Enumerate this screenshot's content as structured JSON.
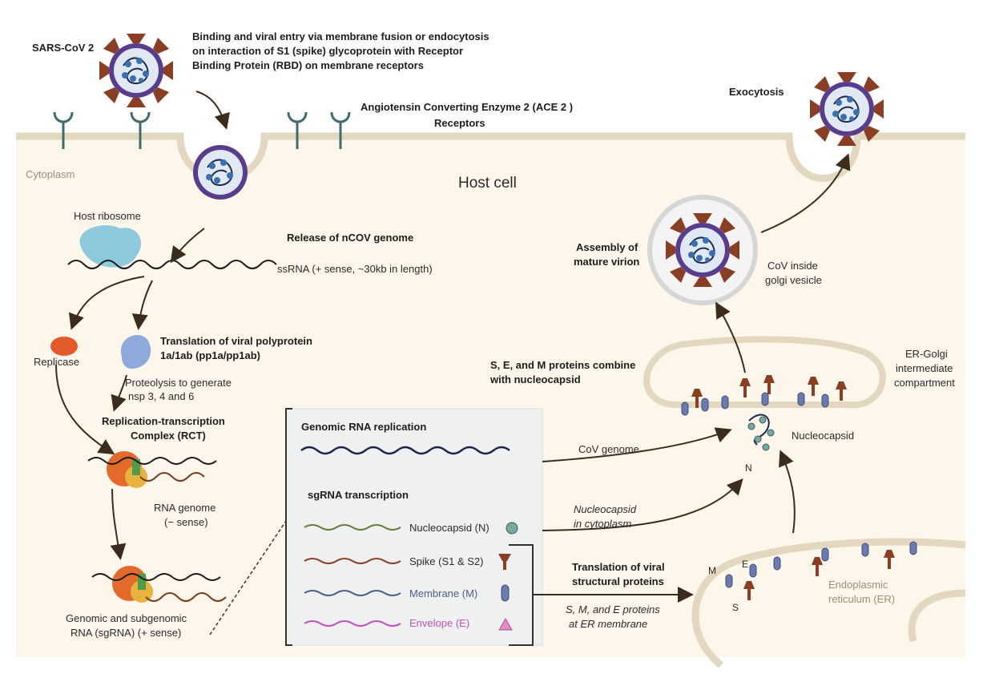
{
  "title": "Host cell",
  "virus_label": "SARS-CoV 2",
  "entry_text": [
    "Binding and viral entry via membrane fusion or endocytosis",
    "on interaction of S1 (spike) glycoprotein with Receptor",
    "Binding Protein (RBD) on membrane receptors"
  ],
  "receptor_label": [
    "Angiotensin Converting Enzyme 2 (ACE 2 )",
    "Receptors"
  ],
  "exocytosis": "Exocytosis",
  "cytoplasm": "Cytoplasm",
  "host_ribosome": "Host ribosome",
  "release": "Release of nCOV genome",
  "ssrna": "ssRNA (+ sense, ~30kb in length)",
  "replicase": "Replicase",
  "translation_polyprotein": [
    "Translation of viral polyprotein",
    "1a/1ab (pp1a/pp1ab)"
  ],
  "proteolysis": [
    "Proteolysis to generate",
    "nsp 3, 4 and 6"
  ],
  "rtc": [
    "Replication-transcription",
    "Complex (RCT)"
  ],
  "rna_genome": [
    "RNA genome",
    "(− sense)"
  ],
  "genomic_sg": [
    "Genomic and subgenomic",
    "RNA (sgRNA) (+ sense)"
  ],
  "panel": {
    "genomic_replication": "Genomic RNA replication",
    "sgrna": "sgRNA transcription",
    "items": [
      {
        "label": "Nucleocapsid (N)",
        "color": "#6a7a3a",
        "icon": "nucleocapsid-icon"
      },
      {
        "label": "Spike (S1 & S2)",
        "color": "#8a3e24",
        "icon": "spike-icon"
      },
      {
        "label": "Membrane (M)",
        "color": "#4b5f86",
        "icon": "membrane-icon"
      },
      {
        "label": "Envelope (E)",
        "color": "#c04fc0",
        "icon": "envelope-icon"
      }
    ]
  },
  "cov_genome": "CoV genome",
  "nucleocapsid_cytoplasm": [
    "Nucleocapsid",
    "in cytoplasm"
  ],
  "translation_structural": [
    "Translation of viral",
    "structural proteins"
  ],
  "sme_er": [
    "S, M, and E proteins",
    "at ER membrane"
  ],
  "sem_combine": [
    "S, E, and M proteins combine",
    "with nucleocapsid"
  ],
  "nucleocapsid": "Nucleocapsid",
  "n": "N",
  "er_golgi": [
    "ER-Golgi",
    "intermediate",
    "compartment"
  ],
  "assembly": [
    "Assembly of",
    "mature virion"
  ],
  "cov_golgi": [
    "CoV inside",
    "golgi vesicle"
  ],
  "er_label": [
    "Endoplasmic",
    "reticulum (ER)"
  ],
  "m": "M",
  "e": "E",
  "s": "S",
  "colors": {
    "cytoplasm": "#fdf6ea",
    "membrane": "#e3d7bf",
    "spike": "#8a3e24",
    "capsule": "#5a3c8c",
    "panel": "#eef1f0"
  }
}
